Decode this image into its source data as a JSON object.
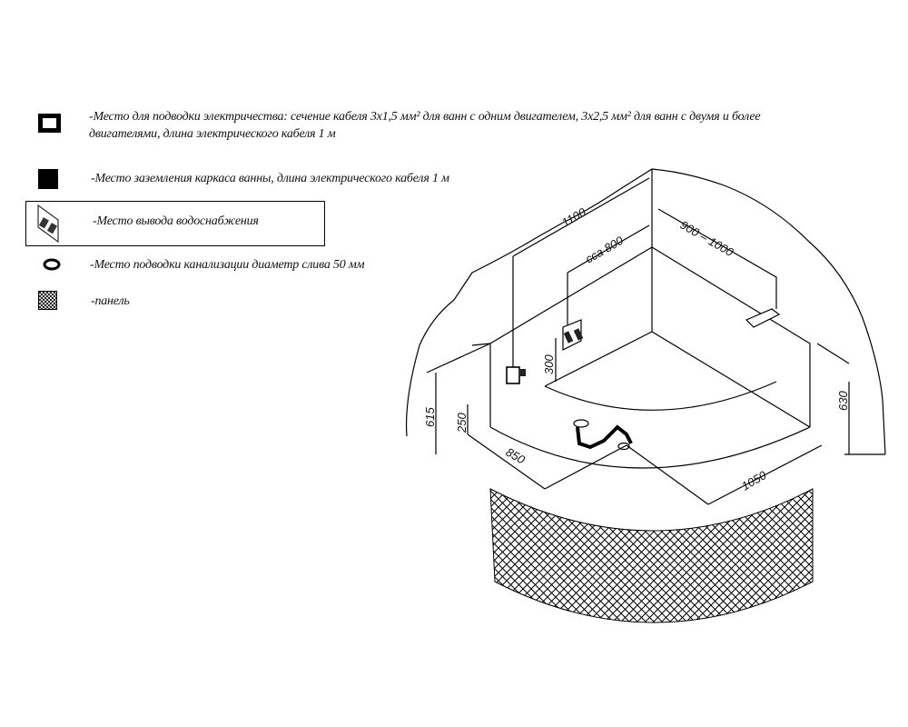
{
  "legend": {
    "items": [
      {
        "icon": "open-square-icon",
        "text": "-Место для подводки электричества: сечение кабеля 3х1,5 мм² для ванн с одним двигателем, 3х2,5 мм² для ванн с двумя и более двигателями, длина электрического кабеля 1 м"
      },
      {
        "icon": "filled-square-icon",
        "text": "-Место заземления каркаса ванны, длина электрического кабеля 1 м"
      },
      {
        "icon": "water-outlet-icon",
        "text": "-Место вывода водоснабжения"
      },
      {
        "icon": "ellipse-icon",
        "text": "-Место подводки канализации диаметр слива 50 мм"
      },
      {
        "icon": "crosshatch-icon",
        "text": "-панель"
      }
    ]
  },
  "dimensions": {
    "wall_left": "1100",
    "water_offset": "cca 800",
    "wall_right": "900 – 1000",
    "height_left": "615",
    "electric_height": "250",
    "water_height": "300",
    "height_right": "630",
    "width_left": "850",
    "width_right": "1050"
  }
}
